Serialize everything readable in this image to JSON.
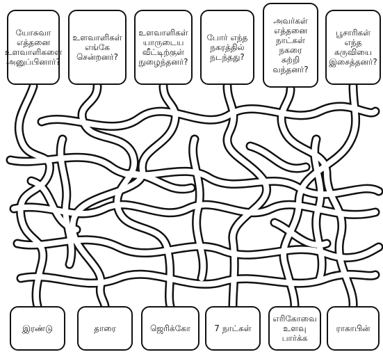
{
  "puzzle": {
    "questions": [
      "யோசுவா\nஎத்தனை\nஉளவாளிகளை\nஅனுப்பினார்?",
      "உளவாளிகள்\nஎங்கே\nசென்றனர்?",
      "உளவாளிகள்\nயாருடைய\nவீட்டிற்குள்\nநுழைந்தனர்?",
      "போர் எந்த\nநகரத்தில்\nநடந்தது?",
      "அவர்கள்\nஎத்தனை\nநாட்கள்\nநகரை\nசுற்றி\nவந்தனர்?",
      "பூசாரிகள்\nஎந்த\nகருவியை\nஇசைத்தனர்?"
    ],
    "answers": [
      "இரண்டு",
      "தாரை",
      "ஜெரிக்கோ",
      "7 நாட்கள்",
      "எரிகோவை\nஉளவு\nபார்க்க",
      "ராகாபின்"
    ]
  }
}
